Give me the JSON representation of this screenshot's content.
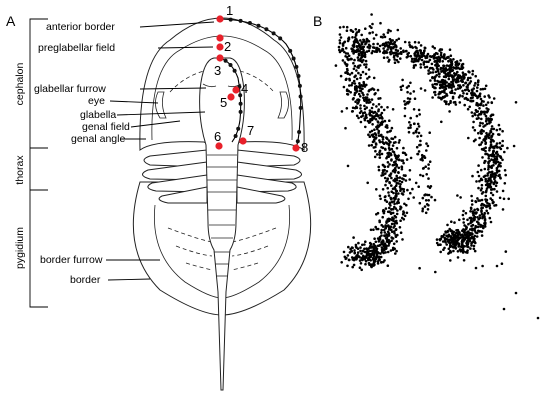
{
  "panel_a": {
    "label": "A",
    "sections": [
      "cephalon",
      "thorax",
      "pygidium"
    ],
    "features": [
      "anterior border",
      "preglabellar field",
      "glabellar furrow",
      "eye",
      "glabella",
      "genal field",
      "genal angle",
      "border furrow",
      "border"
    ],
    "landmarks": [
      "1",
      "2",
      "3",
      "4",
      "5",
      "6",
      "7",
      "8"
    ],
    "landmark_color": "#e8202a"
  },
  "panel_b": {
    "label": "B",
    "point_color": "#000000"
  }
}
